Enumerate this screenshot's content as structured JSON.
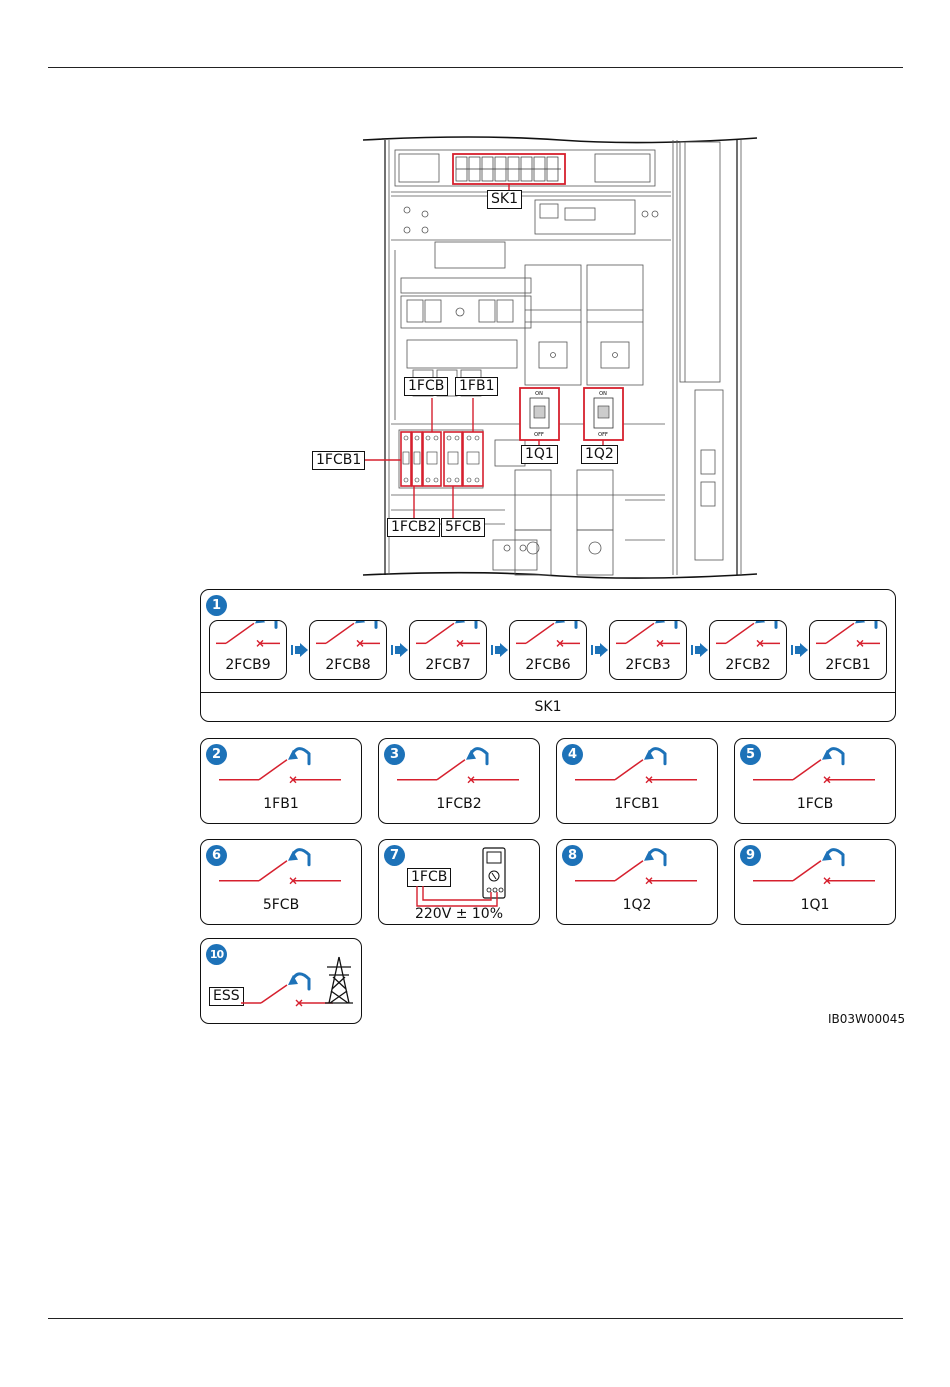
{
  "cabinet_labels": {
    "sk1": "SK1",
    "fcb": "1FCB",
    "fb1": "1FB1",
    "fcb1": "1FCB1",
    "fcb2": "1FCB2",
    "fcb5": "5FCB",
    "q1": "1Q1",
    "q2": "1Q2",
    "on": "ON",
    "off": "OFF"
  },
  "step1": {
    "number": "1",
    "switches": [
      "2FCB9",
      "2FCB8",
      "2FCB7",
      "2FCB6",
      "2FCB3",
      "2FCB2",
      "2FCB1"
    ],
    "group_label": "SK1"
  },
  "steps": [
    {
      "number": "2",
      "label": "1FB1"
    },
    {
      "number": "3",
      "label": "1FCB2"
    },
    {
      "number": "4",
      "label": "1FCB1"
    },
    {
      "number": "5",
      "label": "1FCB"
    },
    {
      "number": "6",
      "label": "5FCB"
    },
    {
      "number": "7",
      "box_label": "1FCB",
      "label": "220V ± 10%"
    },
    {
      "number": "8",
      "label": "1Q2"
    },
    {
      "number": "9",
      "label": "1Q1"
    },
    {
      "number": "10",
      "box_label": "ESS"
    }
  ],
  "icons": {
    "switch": "open-switch-icon",
    "arrow": "turn-off-arrow-icon",
    "next": "next-step-arrow-icon",
    "meter": "multimeter-icon",
    "tower": "power-tower-icon"
  },
  "colors": {
    "accent": "#1d72b8",
    "highlight": "#d6202e",
    "line": "#111111"
  },
  "figure_code": "IB03W00045"
}
